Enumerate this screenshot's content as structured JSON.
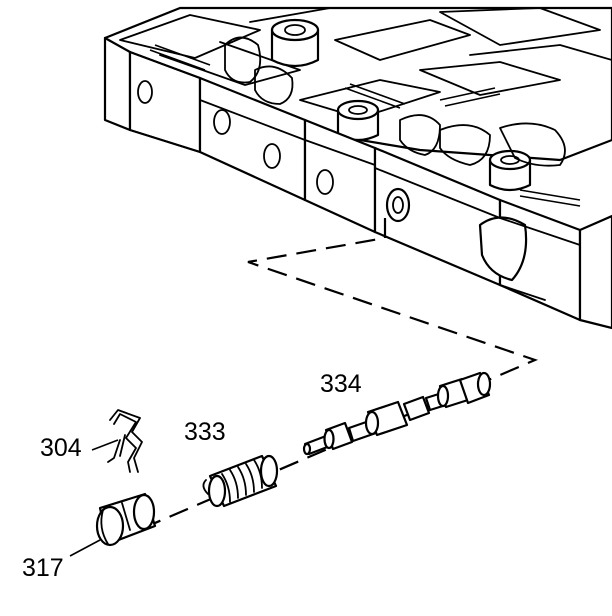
{
  "diagram": {
    "callouts": [
      {
        "id": "304",
        "text": "304"
      },
      {
        "id": "333",
        "text": "333"
      },
      {
        "id": "334",
        "text": "334"
      },
      {
        "id": "317",
        "text": "317"
      }
    ],
    "parts": [
      {
        "callout": "304",
        "icon": "retaining-clip-icon"
      },
      {
        "callout": "333",
        "icon": "coil-spring-icon"
      },
      {
        "callout": "334",
        "icon": "spool-valve-icon"
      },
      {
        "callout": "317",
        "icon": "valve-bore-plug-icon"
      }
    ],
    "background": "#ffffff",
    "line_color": "#000000"
  }
}
